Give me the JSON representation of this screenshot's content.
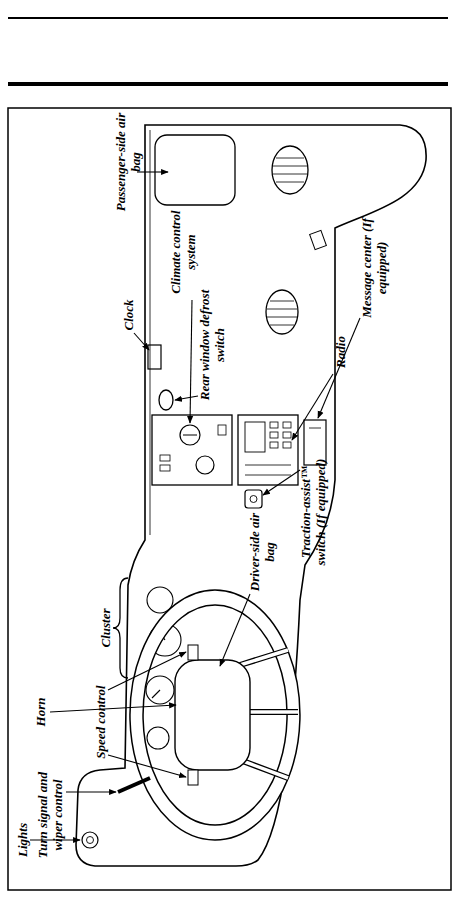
{
  "diagram": {
    "labels": [
      "Passenger-side air bag",
      "Clock",
      "Climate control system",
      "Rear window defrost switch",
      "Radio",
      "Message center (If equipped)",
      "Traction-assist™ switch (If equipped)",
      "Driver-side air bag",
      "Cluster",
      "Horn",
      "Speed control",
      "Lights",
      "Turn signal and wiper control"
    ]
  }
}
